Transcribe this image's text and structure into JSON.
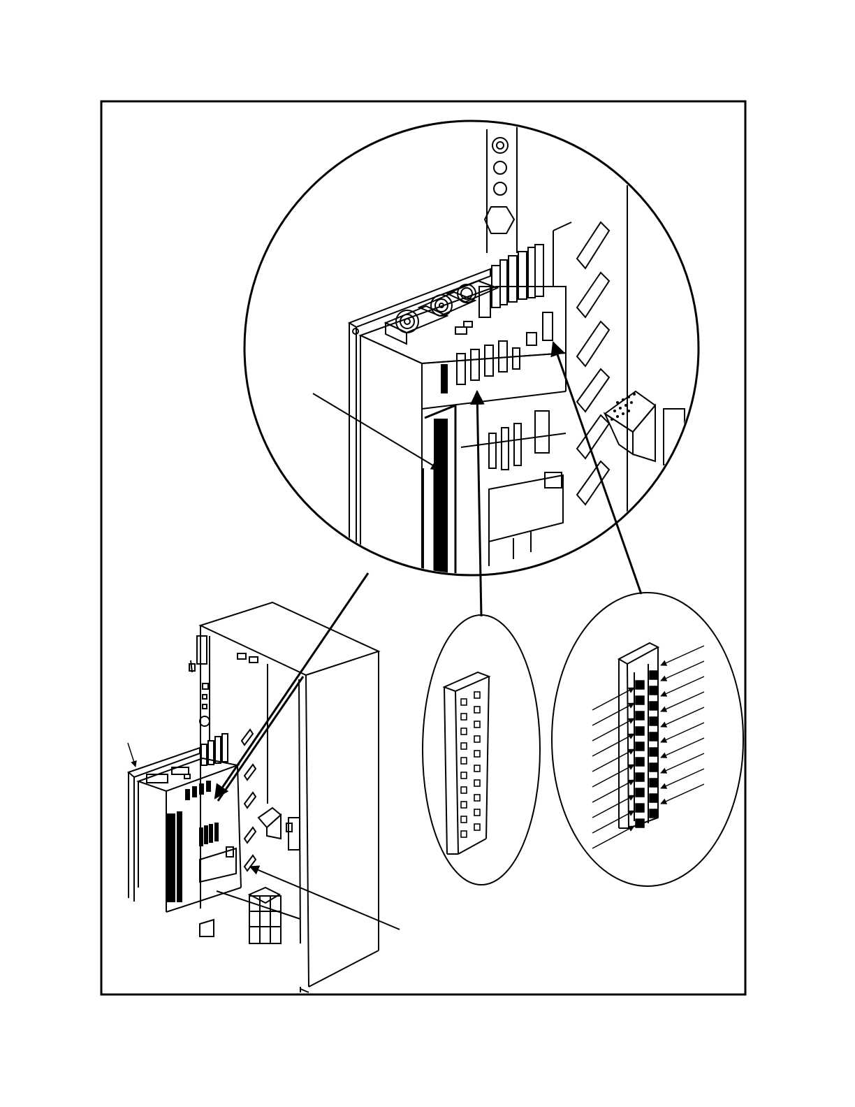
{
  "figure": {
    "ink": "#000000",
    "paper": "#ffffff",
    "views": [
      {
        "name": "magnified-electronics-module",
        "shape": "circle"
      },
      {
        "name": "header-connector-detail",
        "shape": "ellipse"
      },
      {
        "name": "terminal-strip-detail",
        "shape": "ellipse"
      },
      {
        "name": "equipment-cabinet",
        "shape": "isometric-cabinet"
      }
    ],
    "pin_rows": 10,
    "terminal_count": 10
  }
}
